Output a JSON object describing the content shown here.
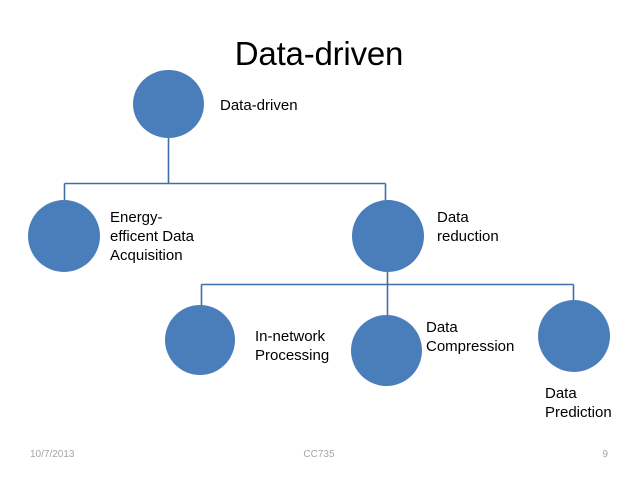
{
  "slide": {
    "title": "Data-driven",
    "background_color": "#ffffff",
    "node_color": "#4a7ebb",
    "connector_color": "#3e6fa8",
    "text_color": "#000000",
    "footer_color": "#a6a6a6"
  },
  "diagram": {
    "type": "hierarchy",
    "nodes": [
      {
        "id": "root",
        "label": "Data-driven",
        "level": 0
      },
      {
        "id": "energy",
        "label": "Energy-\nefficent Data\nAcquisition",
        "level": 1
      },
      {
        "id": "reduction",
        "label": "Data\nreduction",
        "level": 1
      },
      {
        "id": "innetwork",
        "label": "In-network\nProcessing",
        "level": 2
      },
      {
        "id": "compression",
        "label": "Data\nCompression",
        "level": 2
      },
      {
        "id": "prediction",
        "label": "Data\nPrediction",
        "level": 2
      }
    ]
  },
  "footer": {
    "date": "10/7/2013",
    "note": "CC735",
    "page": "9"
  }
}
